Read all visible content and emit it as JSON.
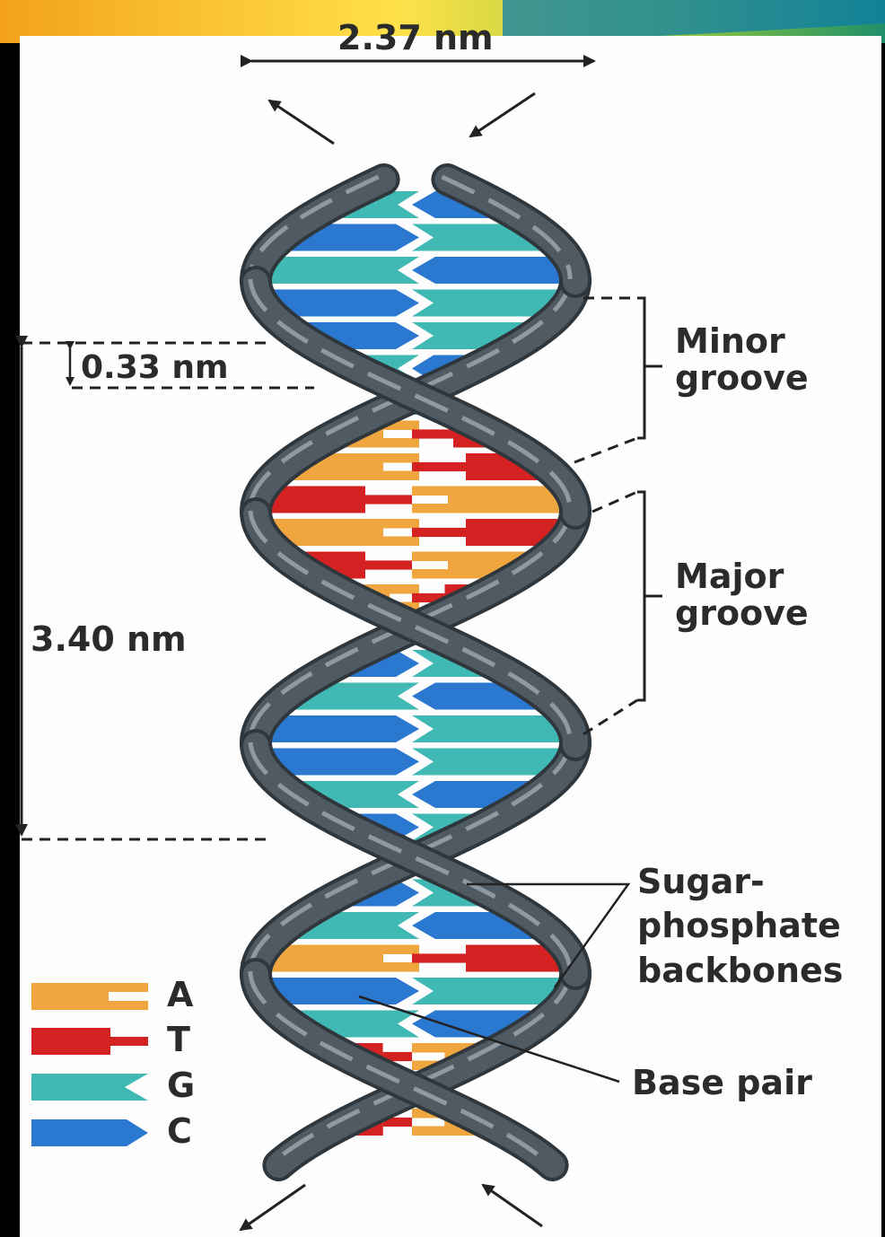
{
  "labels": {
    "width": "2.37 nm",
    "rise": "0.33 nm",
    "pitch": "3.40 nm",
    "minor_line1": "Minor",
    "minor_line2": "groove",
    "major_line1": "Major",
    "major_line2": "groove",
    "backbone_line1": "Sugar-",
    "backbone_line2": "phosphate",
    "backbone_line3": "backbones",
    "base_pair": "Base pair"
  },
  "legend": [
    {
      "base": "A",
      "shape": "notched-bar",
      "color": "#f0a63f"
    },
    {
      "base": "T",
      "shape": "tabbed-bar",
      "color": "#d42222"
    },
    {
      "base": "G",
      "shape": "forked-bar",
      "color": "#40b8b4"
    },
    {
      "base": "C",
      "shape": "arrow-bar",
      "color": "#2a78d0"
    }
  ],
  "colors": {
    "A": "#f0a63f",
    "T": "#d42222",
    "G": "#40b8b4",
    "C": "#2a78d0",
    "backbone": "#4f5a63",
    "backbone_highlight": "#8e99a2"
  }
}
